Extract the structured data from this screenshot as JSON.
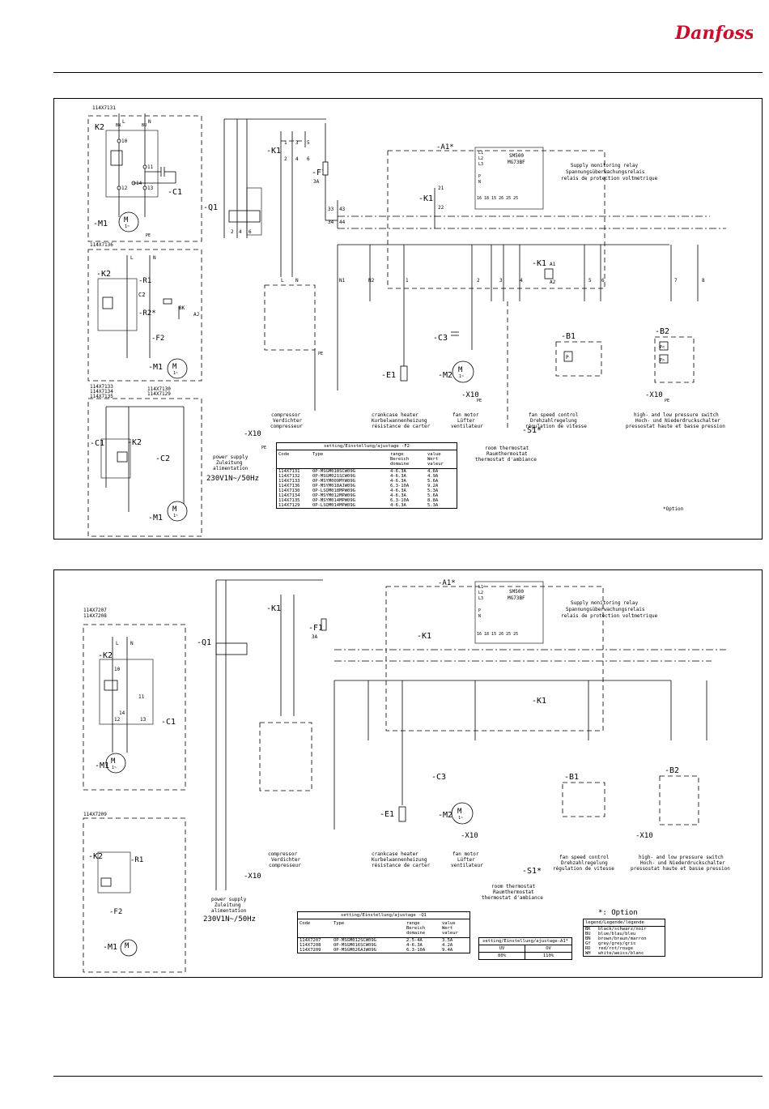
{
  "header": {
    "logo_text": "Danfoss"
  },
  "panel1": {
    "variants": {
      "v1": "114X7131",
      "v2": "114X7136",
      "v3": [
        "114X7133",
        "114X7134",
        "114X7135"
      ],
      "v3b": [
        "114X7130",
        "114X7129"
      ]
    },
    "main_labels": {
      "k2": "K2",
      "k2b": "-K2",
      "m1": "-M1",
      "c1": "-C1",
      "r1": "-R1",
      "r2": "-R2*",
      "c2": "C2",
      "c2b": "-C2",
      "f2": "-F2",
      "q1": "-Q1",
      "k1": "-K1",
      "f1": "-F1",
      "f1_rating": "3A",
      "a1": "-A1*",
      "k1b": "-K1",
      "c3": "-C3",
      "e1": "-E1",
      "m2": "-M2",
      "x10a": "-X10",
      "x10b": "-X10",
      "x10c": "-X10",
      "x10d": "-X10",
      "b1": "-B1",
      "b2": "-B2",
      "s1": "-S1*",
      "pe": "PE"
    },
    "relay_model": [
      "SM500",
      "MG73BF"
    ],
    "relay_desc": [
      "Supply monitoring relay",
      "Spannungsüberwachungsrelais",
      "relais de protection voltmetrique"
    ],
    "compressor_desc": [
      "compressor",
      "Verdichter",
      "compresseur"
    ],
    "heater_desc": [
      "crankcase heater",
      "Kurbelwannenheizung",
      "résistance de carter"
    ],
    "fan_desc": [
      "fan motor",
      "Lüfter",
      "ventilateur"
    ],
    "fanctrl_desc": [
      "fan speed control",
      "Drehzahlregelung",
      "régulation de vitesse"
    ],
    "switch_desc": [
      "high- and low pressure switch",
      "Hoch- und Niederdruckschalter",
      "pressostat haute et basse pression"
    ],
    "thermo_desc": [
      "room thermostat",
      "Raumthermostat",
      "thermostat d'ambiance"
    ],
    "supply_desc": [
      "power supply",
      "Zuleitung",
      "alimentation"
    ],
    "supply_voltage": "230V1N~/50Hz",
    "option_note": "*Option",
    "table": {
      "title": "setting/Einstellung/ajustage      -F2",
      "headers": [
        "Code",
        "Type",
        "range Bereich domaine",
        "value Wert valeur"
      ],
      "rows": [
        [
          "114X7131",
          "OP-MSGM018SCW09G",
          "4-6.3A",
          "4.6A"
        ],
        [
          "114X7132",
          "OP-MSGM021SCW09G",
          "4-6.3A",
          "4.9A"
        ],
        [
          "114X7133",
          "OP-MSYM009MYW09G",
          "4-6.3A",
          "5.6A"
        ],
        [
          "114X7136",
          "OP-MSYM018AJW09G",
          "6.3-10A",
          "9.2A"
        ],
        [
          "114X7130",
          "OP-LSQM018MPW09G",
          "4-6.3A",
          "5.3A"
        ],
        [
          "114X7134",
          "OP-MSYM012MPW09G",
          "4-6.3A",
          "5.6A"
        ],
        [
          "114X7135",
          "OP-MSYM014MPW09G",
          "6.3-10A",
          "8.8A"
        ],
        [
          "114X7129",
          "OP-LSQM014MPW09G",
          "4-6.3A",
          "5.3A"
        ]
      ]
    }
  },
  "panel2": {
    "variants": {
      "v1": [
        "114X7207",
        "114X7208"
      ],
      "v2": "114X7209"
    },
    "supply_voltage": "230V1N~/50Hz",
    "option_note": "*: Option",
    "table_q1": {
      "title": "setting/Einstellung/ajustage      -Q1",
      "headers": [
        "Code",
        "Type",
        "range Bereich domaine",
        "value Wert valeur"
      ],
      "rows": [
        [
          "114X7207",
          "OP-MSGM012SCW09G",
          "2.5-4A",
          "3.5A"
        ],
        [
          "114X7208",
          "OP-MSGM016SCW09G",
          "4-6.3A",
          "4.2A"
        ],
        [
          "114X7209",
          "OP-MSGM026AJW09G",
          "6.3-10A",
          "9.4A"
        ]
      ]
    },
    "table_a1": {
      "title": "setting/Einstellung/ajustage-A1*",
      "headers": [
        "UV",
        "OV"
      ],
      "row": [
        "80%",
        "110%"
      ]
    },
    "legend": {
      "title": "legend/Legende/légende",
      "items": [
        [
          "BK",
          "black/schwarz/noir"
        ],
        [
          "BU",
          "blue/blau/bleu"
        ],
        [
          "BN",
          "brown/braun/marron"
        ],
        [
          "GY",
          "grey/grey/gris"
        ],
        [
          "RD",
          "red/rot/rouge"
        ],
        [
          "WH",
          "white/weiss/blanc"
        ]
      ]
    }
  }
}
